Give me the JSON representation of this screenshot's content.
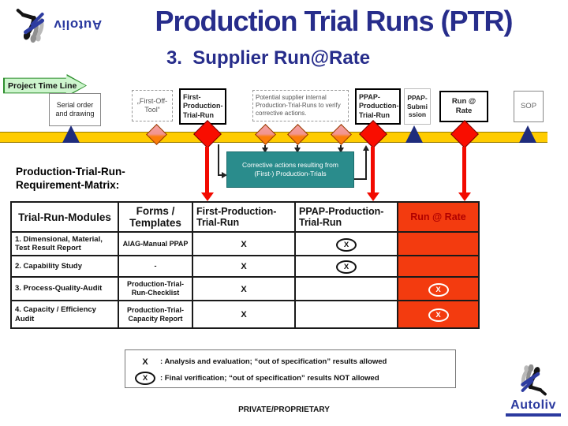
{
  "slide": {
    "title": "Production Trial Runs (PTR)",
    "subtitle": "3.  Supplier Run@Rate",
    "footer": "PRIVATE/PROPRIETARY",
    "brand": "Autoliv"
  },
  "timeline": {
    "label": "Project Time Line",
    "boxes": {
      "serial": "Serial order and drawing",
      "first_off_tool": "„First-Off-Tool“",
      "first_production_trial_run": "First-Production-Trial-Run",
      "potential": "Potential supplier internal Production-Trial-Runs to verify corrective actions.",
      "ppap_production_trial_run": "PPAP-Production-Trial-Run",
      "ppap_submission": "PPAP-Submission",
      "run_at_rate": "Run @ Rate",
      "sop": "SOP"
    },
    "corrective_note": "Corrective actions resulting from (First-) Production-Trials",
    "markers": {
      "triangle_milestones": [
        "Serial order and drawing",
        "PPAP-Submission",
        "SOP"
      ],
      "red_diamond_milestones": [
        "First-Production-Trial-Run",
        "PPAP-Production-Trial-Run",
        "Run @ Rate"
      ],
      "orange_diamond_count": 4
    }
  },
  "matrix": {
    "label": "Production-Trial-Run-\nRequirement-Matrix:",
    "headers": [
      "Trial-Run-Modules",
      "Forms / Templates",
      "First-Production-Trial-Run",
      "PPAP-Production-Trial-Run",
      "Run @ Rate"
    ],
    "rows": [
      {
        "module": "1. Dimensional, Material, Test Result Report",
        "form": "AIAG-Manual PPAP",
        "first_production_trial_run": "X",
        "ppap_production_trial_run": "(X)",
        "run_at_rate": ""
      },
      {
        "module": "2. Capability Study",
        "form": "-",
        "first_production_trial_run": "X",
        "ppap_production_trial_run": "(X)",
        "run_at_rate": ""
      },
      {
        "module": "3. Process-Quality-Audit",
        "form": "Production-Trial-Run-Checklist",
        "first_production_trial_run": "X",
        "ppap_production_trial_run": "",
        "run_at_rate": "(X)"
      },
      {
        "module": "4. Capacity / Efficiency Audit",
        "form": "Production-Trial-Capacity Report",
        "first_production_trial_run": "X",
        "ppap_production_trial_run": "",
        "run_at_rate": "(X)"
      }
    ]
  },
  "legend": {
    "items": [
      {
        "symbol": "X",
        "text": ": Analysis and evaluation; “out of specification” results allowed"
      },
      {
        "symbol": "(X)",
        "text": ": Final verification; “out of specification” results NOT allowed"
      }
    ]
  },
  "colors": {
    "title_blue": "#272D8B",
    "navy_triangle": "#1F2C7C",
    "timeline_yellow": "#FFCC00",
    "red_diamond": "#F90D00",
    "run_at_rate_column": "#F33B0F",
    "run_at_rate_header_text": "#B00000",
    "teal_note": "#2A8C8C",
    "project_timeline_green": "#CDF5CD",
    "brand_blue": "#2B3A9F",
    "orange_diamond_top": "#F4A1A1",
    "orange_diamond_bottom": "#FB7D0A"
  }
}
